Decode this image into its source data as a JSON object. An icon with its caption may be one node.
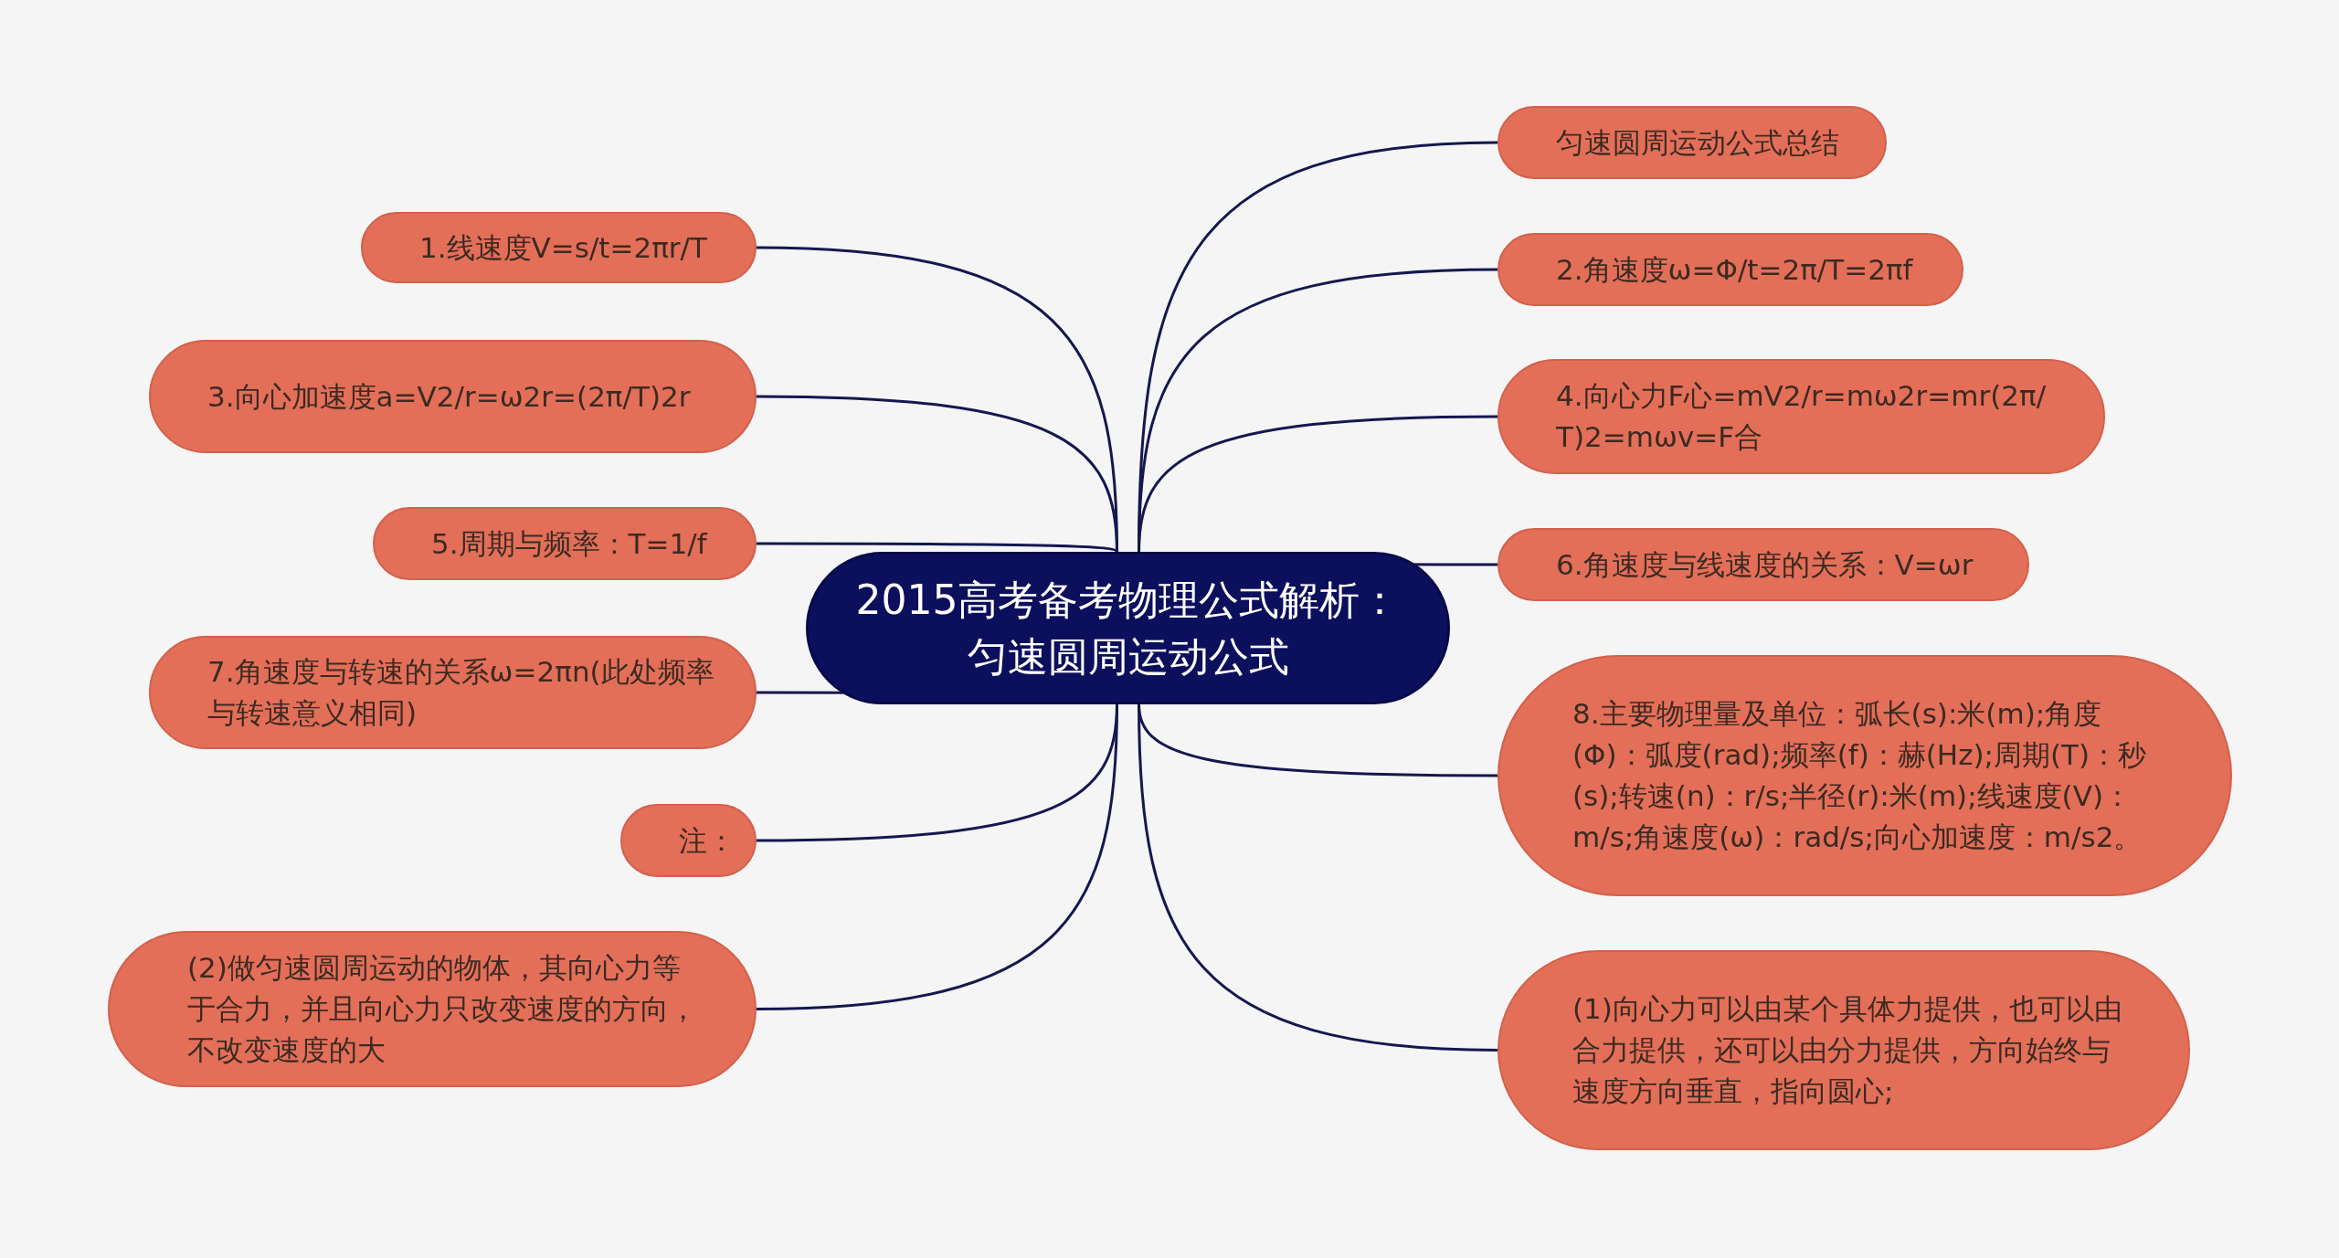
{
  "diagram": {
    "nodes": [
      {
        "text": [
          "2015高考备考物理公式解析：匀速圆周运动公式"
        ]
      },
      {
        "text": [
          "1.线速度V=s/t=2πr/T"
        ]
      },
      {
        "text": [
          "3.向心加速度a=V2/r=ω2r=(2π/T)2r"
        ]
      },
      {
        "text": [
          "5.周期与频率：T=1/f"
        ]
      },
      {
        "text": [
          "7.角速度与转速的关系ω=2πn(此处频率与转速意义相同)"
        ]
      },
      {
        "text": [
          "注："
        ]
      },
      {
        "text": [
          "(2)做匀速圆周运动的物体，其向心力等于合力，并且向心力只改变速度的方向，不改变速度的大"
        ]
      },
      {
        "text": [
          "匀速圆周运动公式总结"
        ]
      },
      {
        "text": [
          "2.角速度ω=Φ/t=2π/T=2πf"
        ]
      },
      {
        "text": [
          "4.向心力F心=mV2/r=mω2r=mr(2π/T)2=mωv=F合"
        ]
      },
      {
        "text": [
          "6.角速度与线速度的关系：V=ωr"
        ]
      },
      {
        "text": [
          "8.主要物理量及单位：弧长(s):米(m);角度(Φ)：弧度(rad);频率(f)：赫(Hz);周期(T)：秒(s);转速(n)：r/s;半径(r):米(m);线速度(V)：m/s;角速度(ω)：rad/s;向心加速度：m/s2。"
        ]
      },
      {
        "text": [
          "(1)向心力可以由某个具体力提供，也可以由合力提供，还可以由分力提供，方向始终与速度方向垂直，指向圆心;"
        ]
      }
    ],
    "edges": [
      {
        "from": 0,
        "to": 1,
        "arrow": "none"
      },
      {
        "from": 0,
        "to": 2,
        "arrow": "none"
      },
      {
        "from": 0,
        "to": 3,
        "arrow": "none"
      },
      {
        "from": 0,
        "to": 4,
        "arrow": "none"
      },
      {
        "from": 0,
        "to": 5,
        "arrow": "none"
      },
      {
        "from": 0,
        "to": 6,
        "arrow": "none"
      },
      {
        "from": 0,
        "to": 7,
        "arrow": "none"
      },
      {
        "from": 0,
        "to": 8,
        "arrow": "none"
      },
      {
        "from": 0,
        "to": 9,
        "arrow": "none"
      },
      {
        "from": 0,
        "to": 10,
        "arrow": "none"
      },
      {
        "from": 0,
        "to": 11,
        "arrow": "none"
      },
      {
        "from": 0,
        "to": 12,
        "arrow": "none"
      }
    ]
  }
}
